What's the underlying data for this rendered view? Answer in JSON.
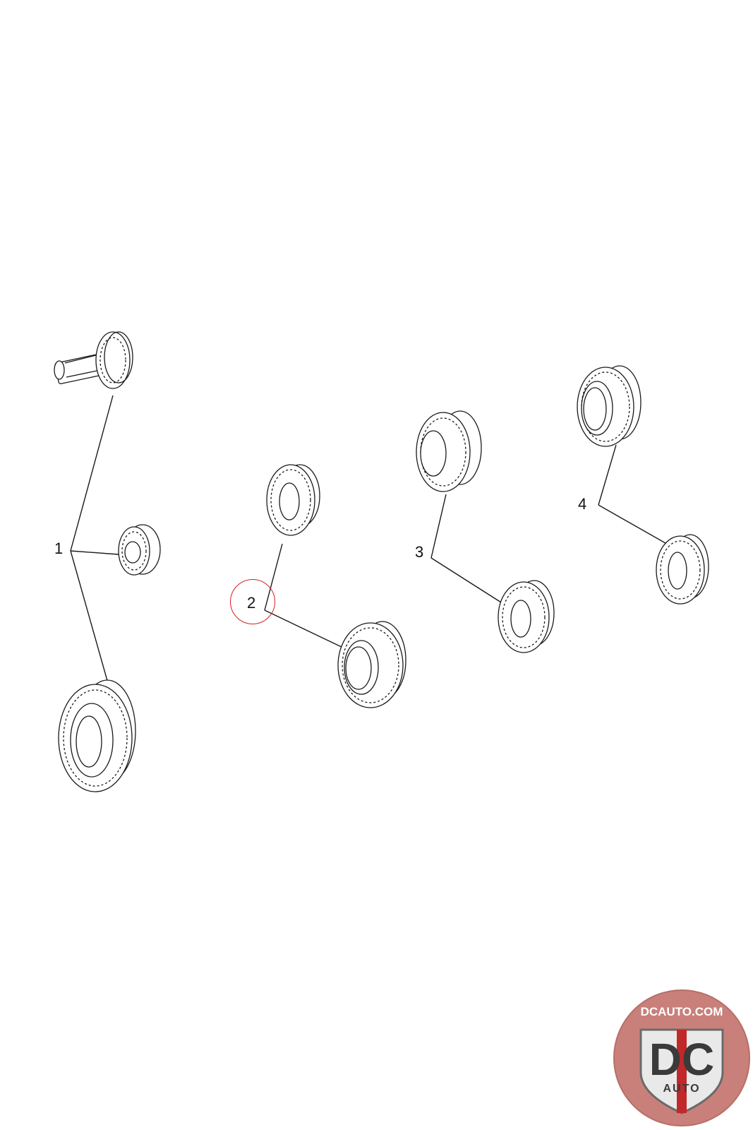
{
  "callouts": [
    {
      "id": "1",
      "label": "1"
    },
    {
      "id": "2",
      "label": "2",
      "highlighted": true
    },
    {
      "id": "3",
      "label": "3"
    },
    {
      "id": "4",
      "label": "4"
    }
  ],
  "parts": [
    {
      "name": "input-shaft-gear",
      "group": "1"
    },
    {
      "name": "small-pinion-gear",
      "group": "1"
    },
    {
      "name": "large-gear",
      "group": "1"
    },
    {
      "name": "upper-gear",
      "group": "2"
    },
    {
      "name": "lower-gear",
      "group": "2"
    },
    {
      "name": "upper-gear",
      "group": "3"
    },
    {
      "name": "lower-gear",
      "group": "3"
    },
    {
      "name": "upper-gear",
      "group": "4"
    },
    {
      "name": "lower-gear",
      "group": "4"
    }
  ],
  "logo": {
    "top_text": "DCAUTO.COM",
    "main_text": "DC",
    "sub_text": "AUTO"
  },
  "colors": {
    "line": "#1a1a1a",
    "highlight": "#d42020",
    "logo_bg": "#c9807a",
    "logo_dark": "#3a3a3a",
    "logo_red": "#c0282a"
  }
}
